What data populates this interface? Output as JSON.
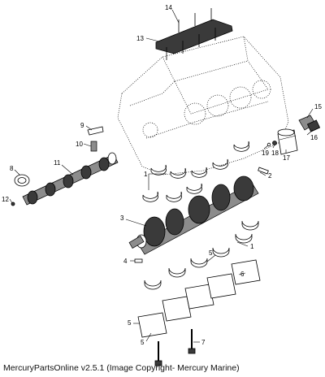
{
  "diagram": {
    "callouts": [
      "14",
      "13",
      "15",
      "9",
      "10",
      "16",
      "19",
      "18",
      "17",
      "8",
      "11",
      "1",
      "2",
      "12",
      "3",
      "1",
      "4",
      "5",
      "6",
      "5",
      "5",
      "7"
    ]
  },
  "footer": {
    "caption": "MercuryPartsOnline v2.5.1 (Image Copyright- Mercury Marine)"
  }
}
